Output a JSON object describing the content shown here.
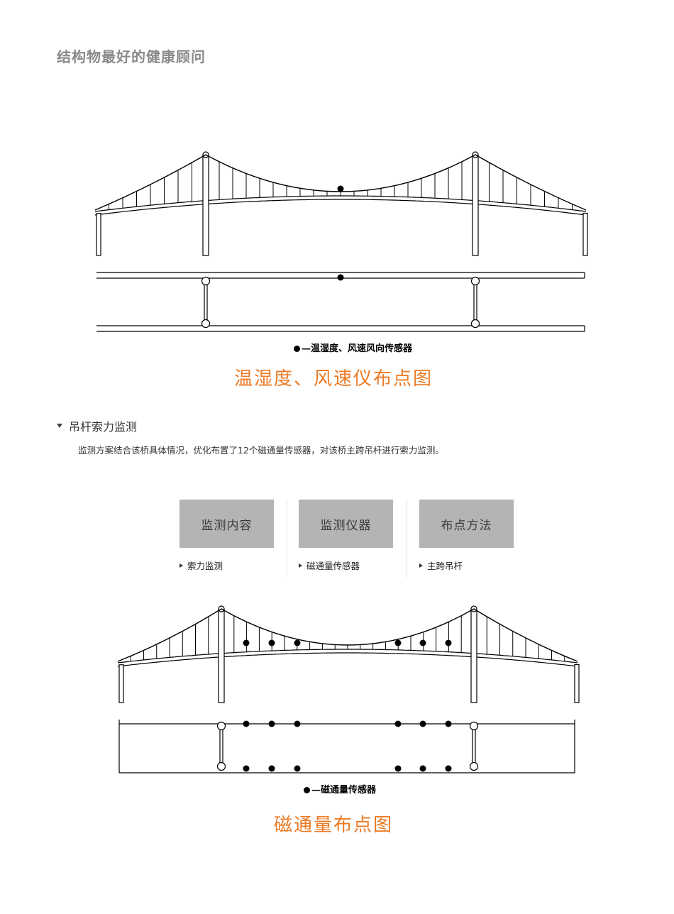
{
  "header": {
    "title": "结构物最好的健康顾问"
  },
  "figure1": {
    "legend": "—温湿度、风速风向传感器",
    "caption": "温湿度、风速仪布点图"
  },
  "section": {
    "heading": "吊杆索力监测",
    "description": "监测方案结合该桥具体情况，优化布置了12个磁通量传感器，对该桥主跨吊杆进行索力监测。"
  },
  "cards": [
    {
      "title": "监测内容",
      "item": "索力监测"
    },
    {
      "title": "监测仪器",
      "item": "磁通量传感器"
    },
    {
      "title": "布点方法",
      "item": "主跨吊杆"
    }
  ],
  "figure2": {
    "legend": "—磁通量传感器",
    "caption": "磁通量布点图"
  }
}
